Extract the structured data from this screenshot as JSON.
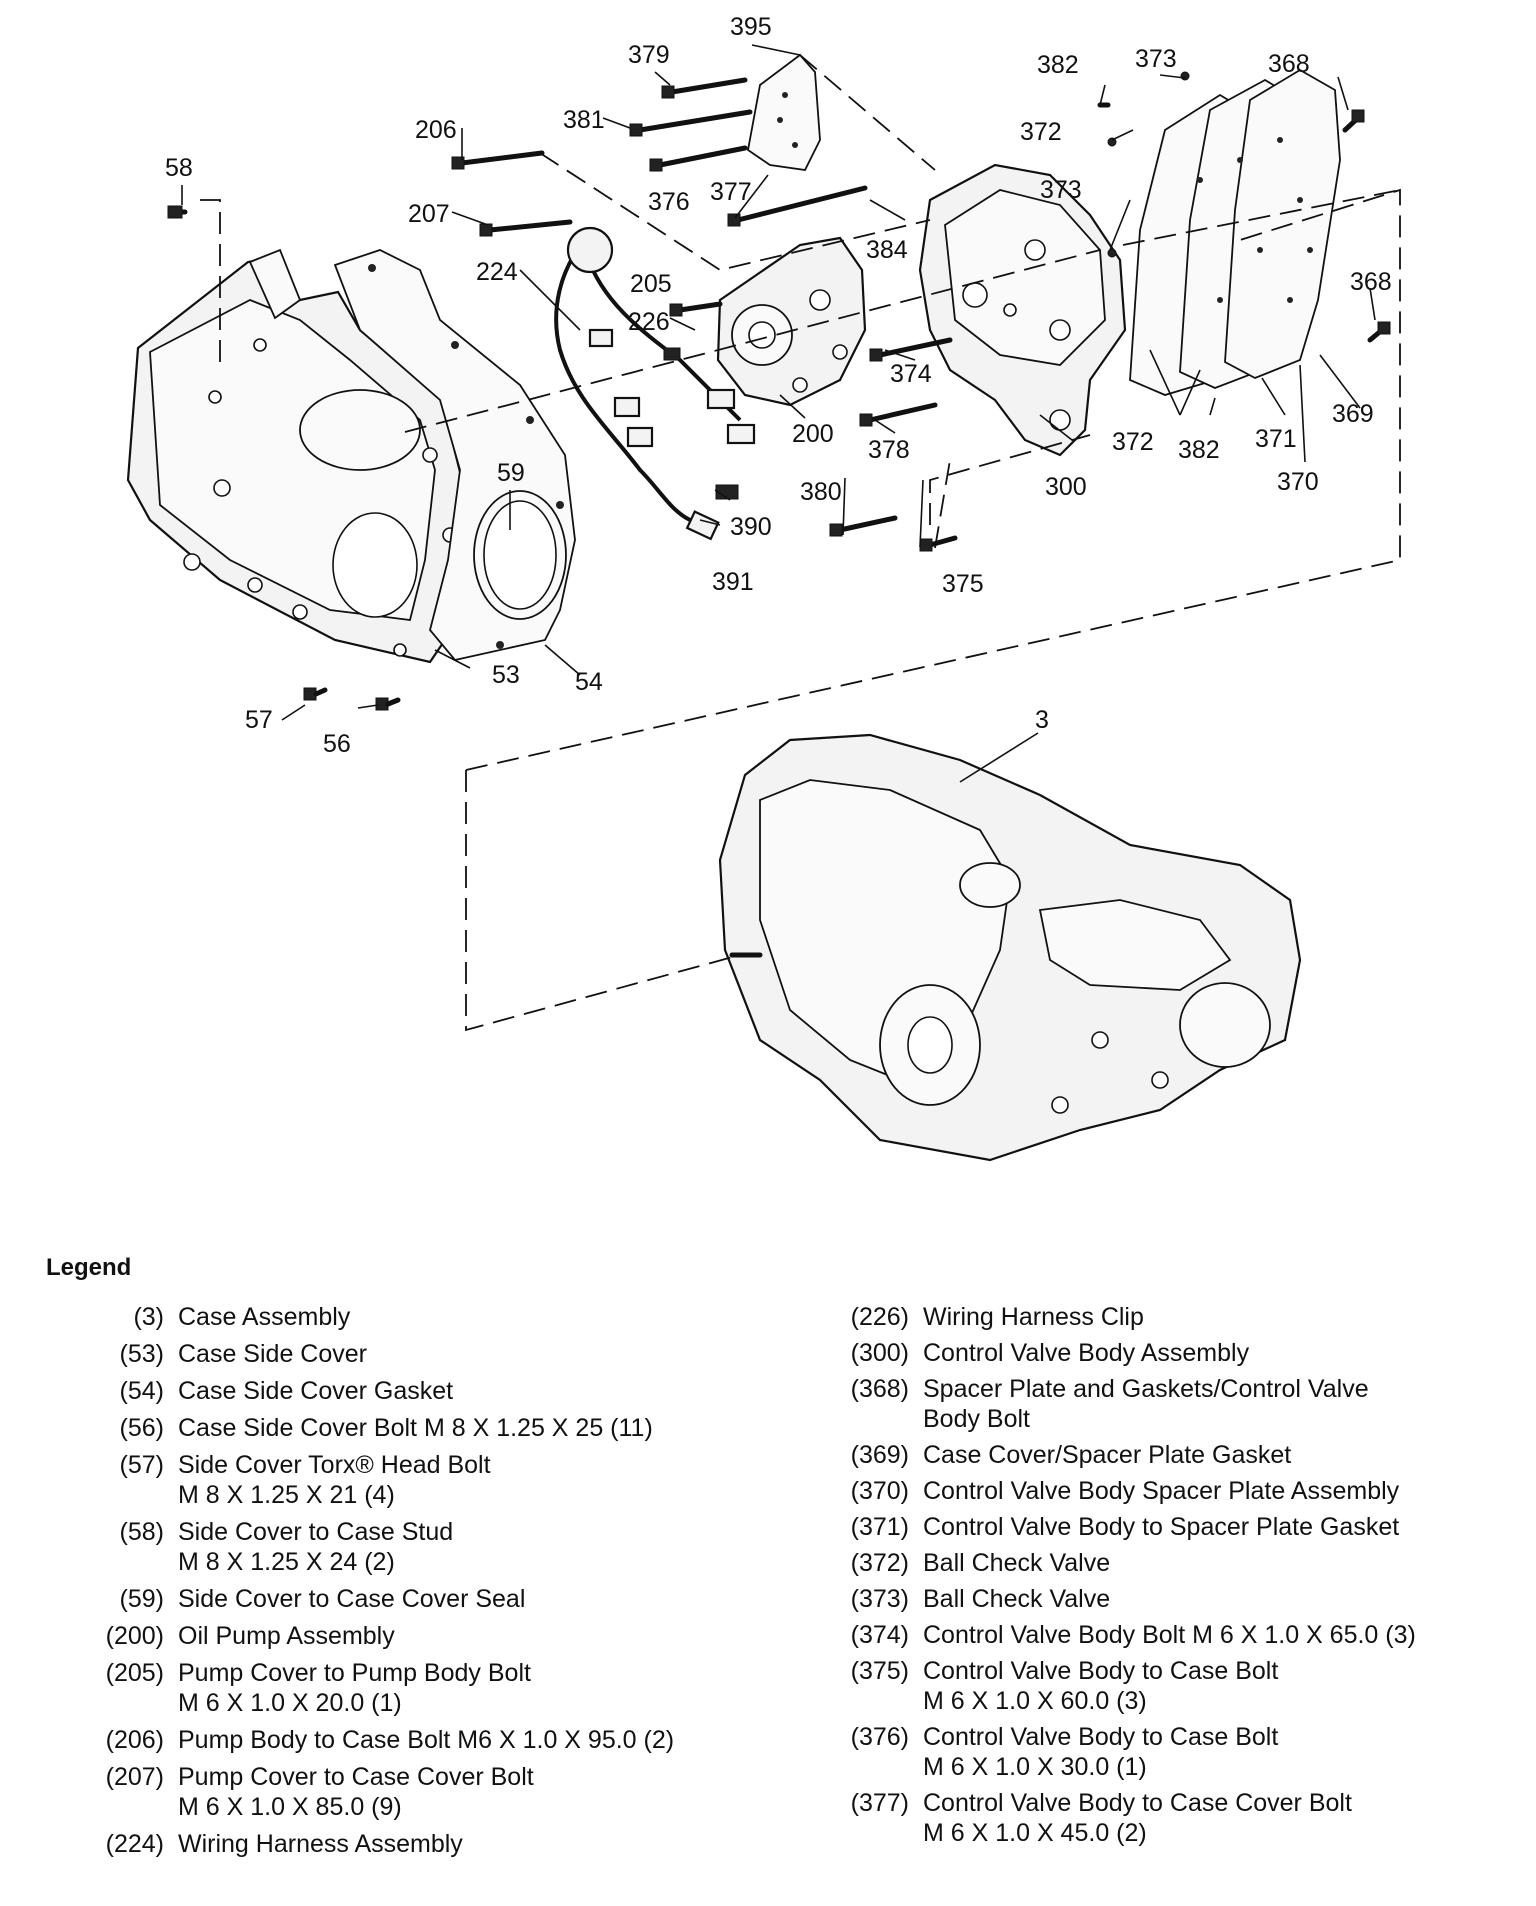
{
  "callouts": [
    "3",
    "53",
    "54",
    "56",
    "57",
    "58",
    "59",
    "200",
    "205",
    "206",
    "207",
    "224",
    "226",
    "300",
    "368",
    "368",
    "369",
    "370",
    "371",
    "372",
    "372",
    "373",
    "373",
    "374",
    "375",
    "376",
    "377",
    "378",
    "379",
    "380",
    "381",
    "382",
    "382",
    "384",
    "390",
    "391",
    "395"
  ],
  "legend": {
    "title": "Legend",
    "left": [
      {
        "num": "(3)",
        "desc": "Case Assembly"
      },
      {
        "num": "(53)",
        "desc": "Case Side Cover"
      },
      {
        "num": "(54)",
        "desc": "Case Side Cover Gasket"
      },
      {
        "num": "(56)",
        "desc": "Case Side Cover Bolt M 8 X 1.25 X 25 (11)"
      },
      {
        "num": "(57)",
        "desc": "Side Cover Torx® Head Bolt\nM 8 X 1.25 X 21 (4)"
      },
      {
        "num": "(58)",
        "desc": "Side Cover to Case Stud\nM 8 X 1.25 X 24 (2)"
      },
      {
        "num": "(59)",
        "desc": "Side Cover to Case Cover Seal"
      },
      {
        "num": "(200)",
        "desc": "Oil Pump Assembly"
      },
      {
        "num": "(205)",
        "desc": "Pump Cover to Pump Body Bolt\nM 6 X 1.0 X 20.0 (1)"
      },
      {
        "num": "(206)",
        "desc": "Pump Body to Case Bolt M6 X 1.0 X 95.0 (2)"
      },
      {
        "num": "(207)",
        "desc": "Pump Cover to Case Cover Bolt\nM 6 X 1.0 X 85.0 (9)"
      },
      {
        "num": "(224)",
        "desc": "Wiring Harness Assembly"
      }
    ],
    "right": [
      {
        "num": "(226)",
        "desc": "Wiring Harness Clip"
      },
      {
        "num": "(300)",
        "desc": "Control Valve Body Assembly"
      },
      {
        "num": "(368)",
        "desc": "Spacer Plate and Gaskets/Control Valve\nBody Bolt"
      },
      {
        "num": "(369)",
        "desc": "Case Cover/Spacer Plate Gasket"
      },
      {
        "num": "(370)",
        "desc": "Control Valve Body Spacer Plate Assembly"
      },
      {
        "num": "(371)",
        "desc": "Control Valve Body to Spacer Plate Gasket"
      },
      {
        "num": "(372)",
        "desc": "Ball Check Valve"
      },
      {
        "num": "(373)",
        "desc": "Ball Check Valve"
      },
      {
        "num": "(374)",
        "desc": "Control Valve Body Bolt M 6 X 1.0 X 65.0 (3)"
      },
      {
        "num": "(375)",
        "desc": "Control Valve Body to Case Bolt\nM 6 X 1.0 X 60.0 (3)"
      },
      {
        "num": "(376)",
        "desc": "Control Valve Body to Case Bolt\nM 6 X 1.0 X 30.0 (1)"
      },
      {
        "num": "(377)",
        "desc": "Control Valve Body to Case Cover Bolt\nM 6 X 1.0 X 45.0 (2)"
      }
    ]
  }
}
